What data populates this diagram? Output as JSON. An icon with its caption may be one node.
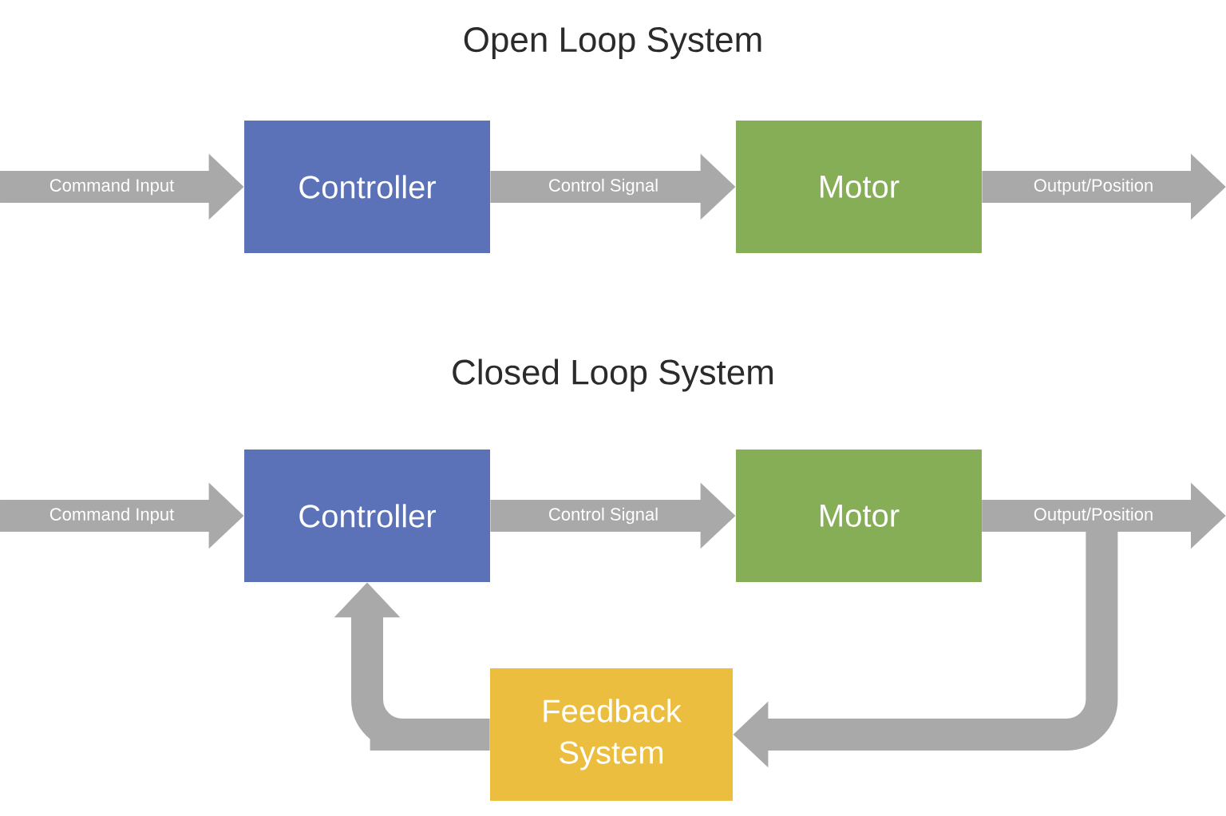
{
  "diagram": {
    "nodes": [
      {
        "text": [
          "Controller"
        ]
      },
      {
        "text": [
          "Motor"
        ]
      },
      {
        "text": [
          "Controller"
        ]
      },
      {
        "text": [
          "Motor"
        ]
      },
      {
        "text": [
          "Feedback System"
        ]
      }
    ],
    "edges": [
      {
        "from": null,
        "to": 0,
        "arrow": "to",
        "label": "Command Input"
      },
      {
        "from": 0,
        "to": 1,
        "arrow": "to",
        "label": "Control Signal"
      },
      {
        "from": 1,
        "to": null,
        "arrow": "to",
        "label": "Output/Position"
      },
      {
        "from": null,
        "to": 2,
        "arrow": "to",
        "label": "Command Input"
      },
      {
        "from": 2,
        "to": 3,
        "arrow": "to",
        "label": "Control Signal"
      },
      {
        "from": 3,
        "to": null,
        "arrow": "to",
        "label": "Output/Position"
      },
      {
        "from": 3,
        "to": 4,
        "arrow": "to"
      },
      {
        "from": 4,
        "to": 2,
        "arrow": "to"
      }
    ],
    "labels": [
      "Open Loop System",
      "Closed Loop System"
    ]
  }
}
